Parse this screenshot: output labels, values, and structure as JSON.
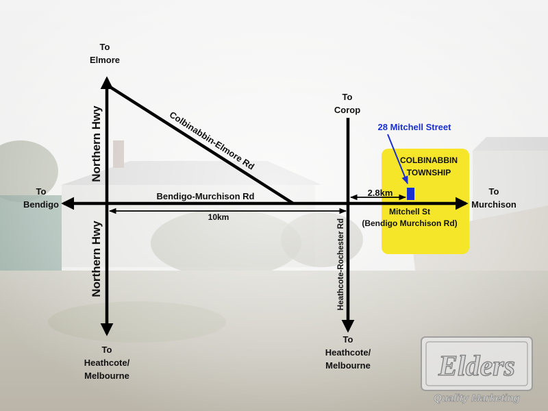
{
  "destinations": {
    "elmore": [
      "To",
      "Elmore"
    ],
    "corop": [
      "To",
      "Corop"
    ],
    "bendigo": [
      "To",
      "Bendigo"
    ],
    "murchison": [
      "To",
      "Murchison"
    ],
    "heathcote_left": [
      "To",
      "Heathcote/",
      "Melbourne"
    ],
    "heathcote_right": [
      "To",
      "Heathcote/",
      "Melbourne"
    ]
  },
  "roads": {
    "northern_hwy_upper": "Northern Hwy",
    "northern_hwy_lower": "Northern Hwy",
    "colbinabbin_elmore": "Colbinabbin-Elmore Rd",
    "bendigo_murchison": "Bendigo-Murchison Rd",
    "heathcote_rochester": "Heathcote-Rochester Rd"
  },
  "distances": {
    "main": "10km",
    "township": "2.8km"
  },
  "township": {
    "name_line1": "COLBINABBIN",
    "name_line2": "TOWNSHIP",
    "street_line1": "Mitchell St",
    "street_line2": "(Bendigo Murchison Rd)"
  },
  "property": {
    "address": "28 Mitchell Street"
  },
  "branding": {
    "logo_text": "Elders",
    "tagline": "Quality Marketing"
  },
  "colors": {
    "township_box": "#f5e62a",
    "marker": "#1a2fd0",
    "road_line": "#000000"
  }
}
